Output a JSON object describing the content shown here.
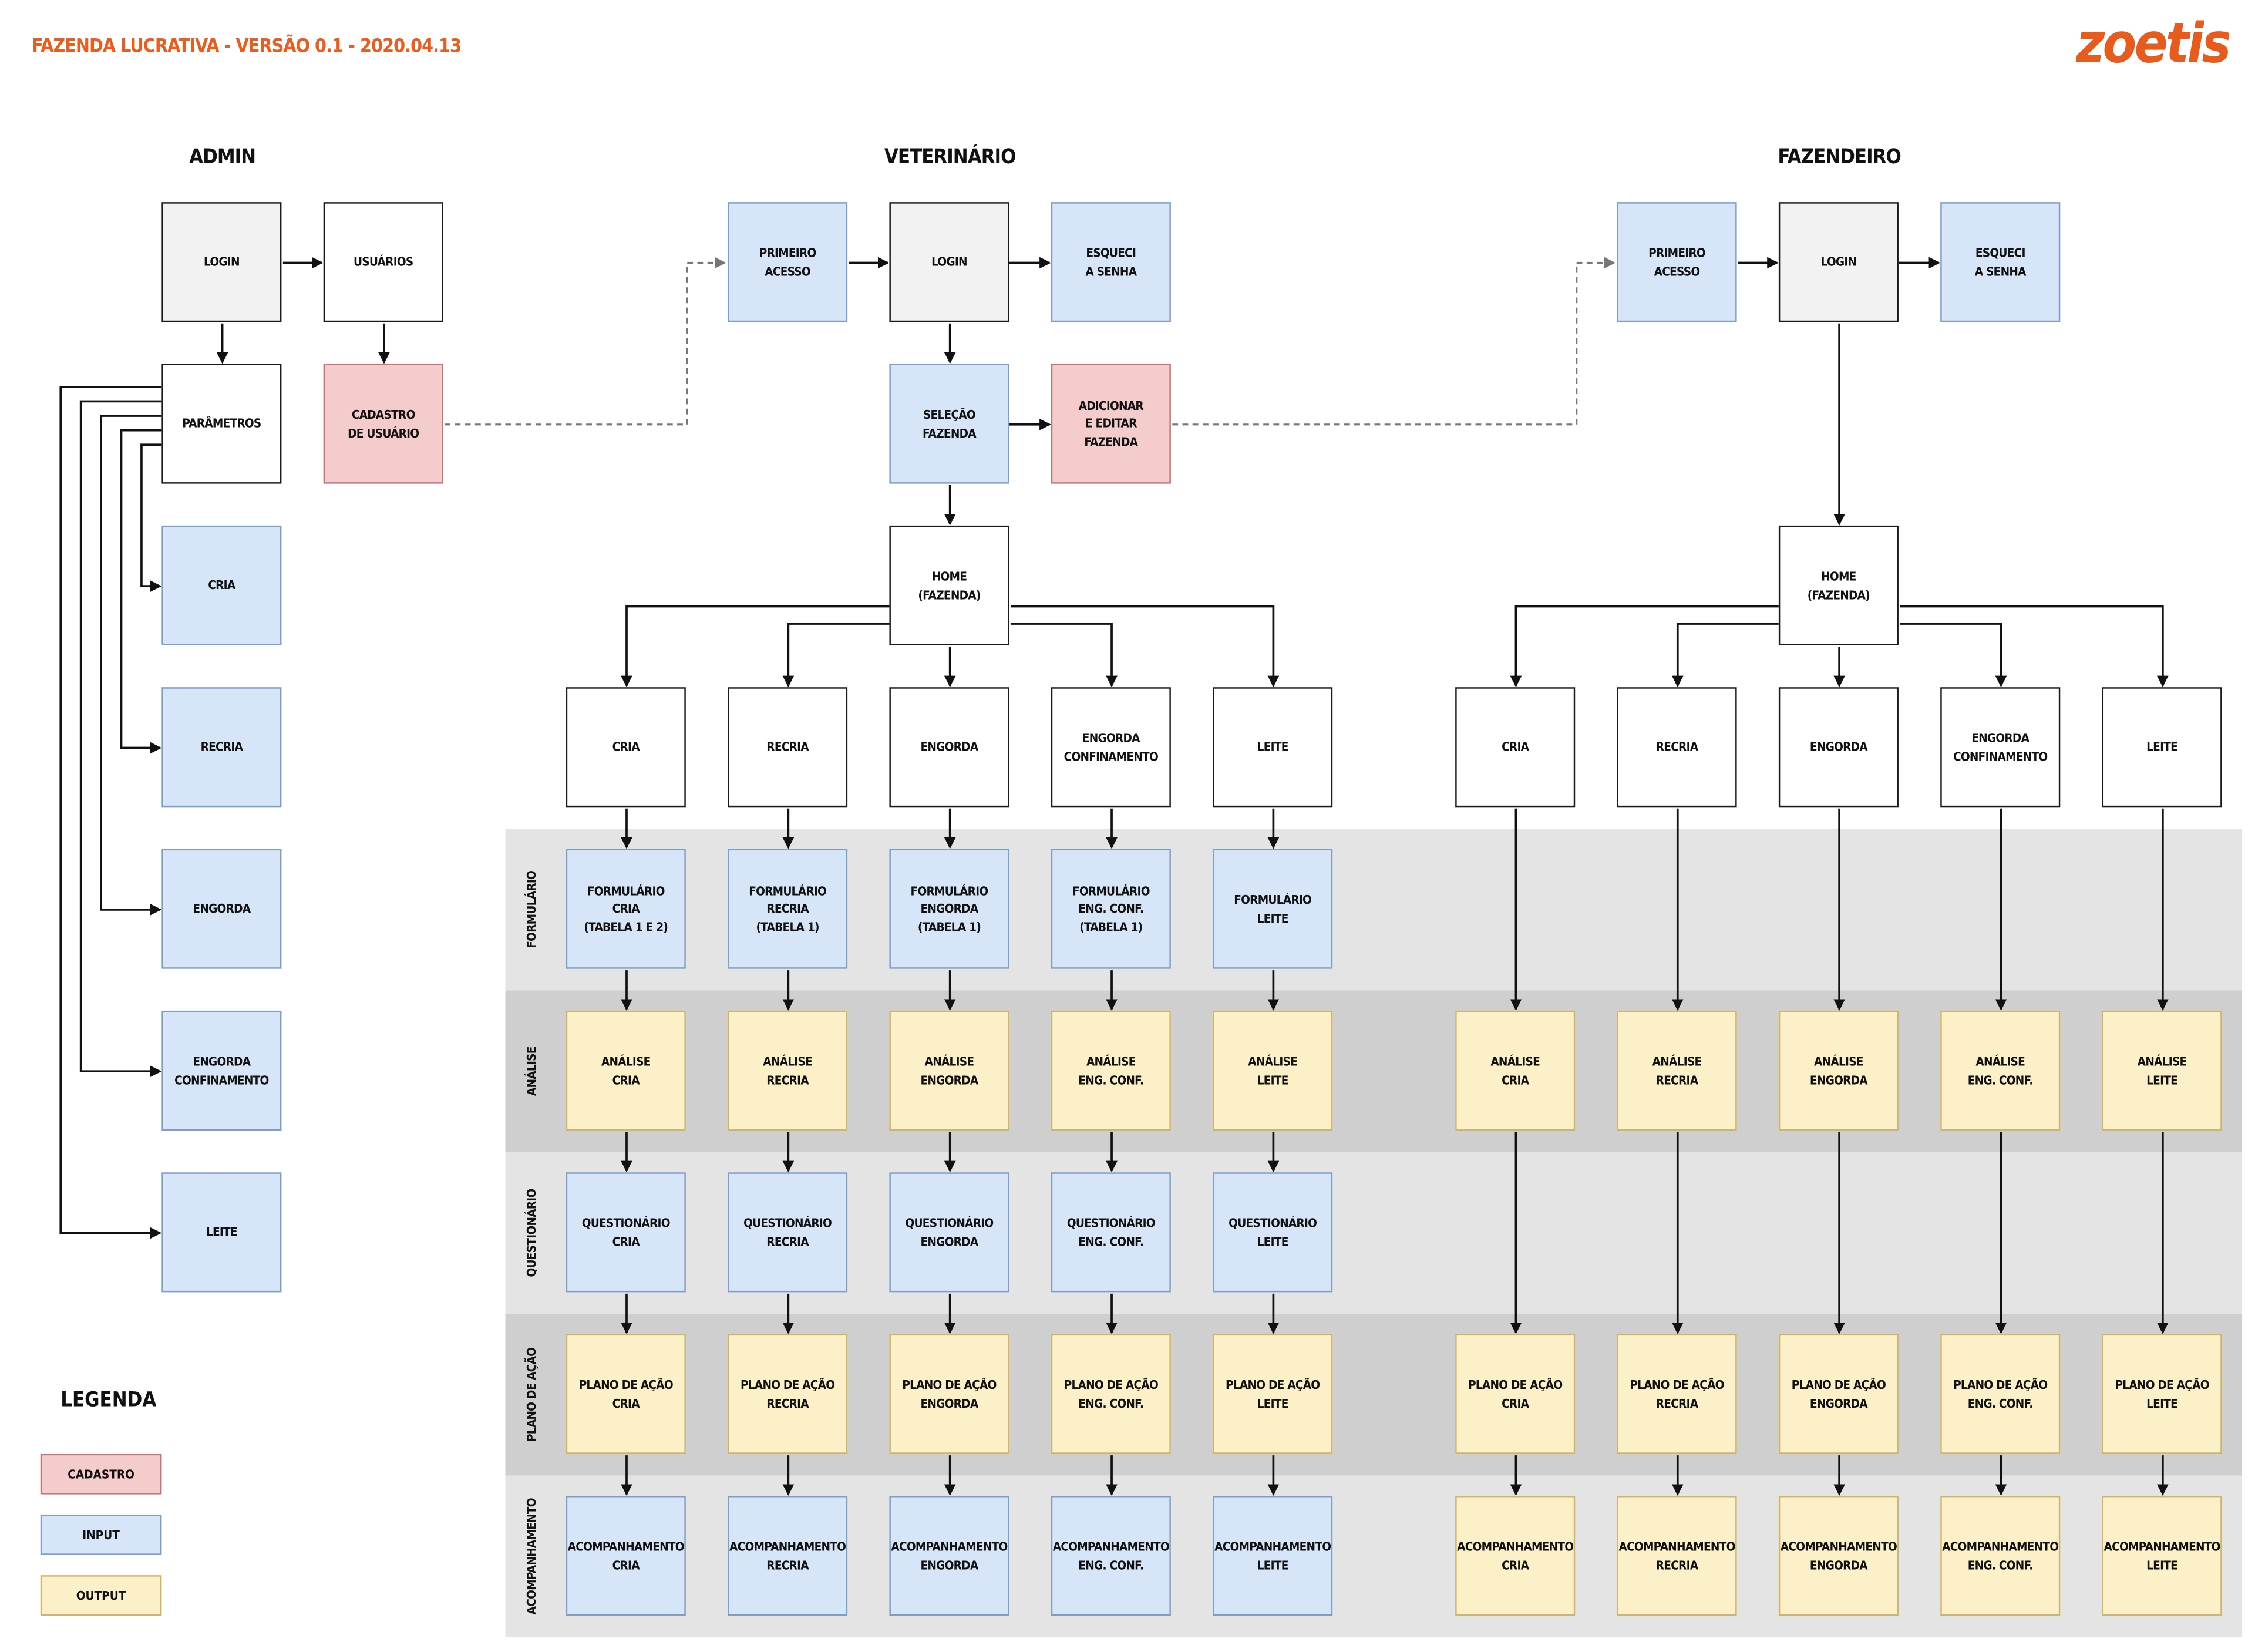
{
  "header": {
    "title": "FAZENDA LUCRATIVA - VERSÃO 0.1 - 2020.04.13",
    "brand": "zoetis",
    "brand_color": "#e65c1e"
  },
  "columns": {
    "admin": "ADMIN",
    "veterinario": "VETERINÁRIO",
    "fazendeiro": "FAZENDEIRO"
  },
  "colors": {
    "cadastro": "#f5cccc",
    "input": "#d6e5f7",
    "output": "#fbf0c8",
    "neutral": "#f2f2f2",
    "band_light": "#e4e4e4",
    "band_dark": "#cfcfcf"
  },
  "nodes": {
    "admin": {
      "login": "LOGIN",
      "usuarios": "USUÁRIOS",
      "parametros": "PARÂMETROS",
      "cadastro_usuario": "CADASTRO\nDE USUÁRIO",
      "cria": "CRIA",
      "recria": "RECRIA",
      "engorda": "ENGORDA",
      "engorda_confinamento": "ENGORDA\nCONFINAMENTO",
      "leite": "LEITE"
    },
    "vet": {
      "primeiro_acesso": "PRIMEIRO\nACESSO",
      "login": "LOGIN",
      "esqueci_senha": "ESQUECI\nA SENHA",
      "selecao_fazenda": "SELEÇÃO\nFAZENDA",
      "adicionar_fazenda": "ADICIONAR\nE EDITAR\nFAZENDA",
      "home": "HOME\n(FAZENDA)",
      "cria": "CRIA",
      "recria": "RECRIA",
      "engorda": "ENGORDA",
      "engorda_confinamento": "ENGORDA\nCONFINAMENTO",
      "leite": "LEITE",
      "form_cria": "FORMULÁRIO\nCRIA\n(TABELA 1 e 2)",
      "form_recria": "FORMULÁRIO\nRECRIA\n(TABELA 1)",
      "form_engorda": "FORMULÁRIO\nENGORDA\n(TABELA 1)",
      "form_engconf": "FORMULÁRIO\nENG. CONF.\n(TABELA 1)",
      "form_leite": "FORMULÁRIO\nLEITE",
      "ana_cria": "ANÁLISE\nCRIA",
      "ana_recria": "ANÁLISE\nRECRIA",
      "ana_engorda": "ANÁLISE\nENGORDA",
      "ana_engconf": "ANÁLISE\nENG. CONF.",
      "ana_leite": "ANÁLISE\nLEITE",
      "q_cria": "QUESTIONÁRIO\nCRIA",
      "q_recria": "QUESTIONÁRIO\nRECRIA",
      "q_engorda": "QUESTIONÁRIO\nENGORDA",
      "q_engconf": "QUESTIONÁRIO\nENG. CONF.",
      "q_leite": "QUESTIONÁRIO\nLEITE",
      "p_cria": "PLANO DE AÇÃO\nCRIA",
      "p_recria": "PLANO DE AÇÃO\nRECRIA",
      "p_engorda": "PLANO DE AÇÃO\nENGORDA",
      "p_engconf": "PLANO DE AÇÃO\nENG. CONF.",
      "p_leite": "PLANO DE AÇÃO\nLEITE",
      "a_cria": "ACOMPANHAMENTO\nCRIA",
      "a_recria": "ACOMPANHAMENTO\nRECRIA",
      "a_engorda": "ACOMPANHAMENTO\nENGORDA",
      "a_engconf": "ACOMPANHAMENTO\nENG. CONF.",
      "a_leite": "ACOMPANHAMENTO\nLEITE"
    },
    "faz": {
      "primeiro_acesso": "PRIMEIRO\nACESSO",
      "login": "LOGIN",
      "esqueci_senha": "ESQUECI\nA SENHA",
      "home": "HOME\n(FAZENDA)",
      "cria": "CRIA",
      "recria": "RECRIA",
      "engorda": "ENGORDA",
      "engorda_confinamento": "ENGORDA\nCONFINAMENTO",
      "leite": "LEITE",
      "ana_cria": "ANÁLISE\nCRIA",
      "ana_recria": "ANÁLISE\nRECRIA",
      "ana_engorda": "ANÁLISE\nENGORDA",
      "ana_engconf": "ANÁLISE\nENG. CONF.",
      "ana_leite": "ANÁLISE\nLEITE",
      "p_cria": "PLANO DE AÇÃO\nCRIA",
      "p_recria": "PLANO DE AÇÃO\nRECRIA",
      "p_engorda": "PLANO DE AÇÃO\nENGORDA",
      "p_engconf": "PLANO DE AÇÃO\nENG. CONF.",
      "p_leite": "PLANO DE AÇÃO\nLEITE",
      "a_cria": "ACOMPANHAMENTO\nCRIA",
      "a_recria": "ACOMPANHAMENTO\nRECRIA",
      "a_engorda": "ACOMPANHAMENTO\nENGORDA",
      "a_engconf": "ACOMPANHAMENTO\nENG. CONF.",
      "a_leite": "ACOMPANHAMENTO\nLEITE"
    }
  },
  "rows": {
    "formulario": "FORMULÁRIO",
    "analise": "ANÁLISE",
    "questionario": "QUESTIONÁRIO",
    "plano": "PLANO DE AÇÃO",
    "acompanhamento": "ACOMPANHAMENTO"
  },
  "legend": {
    "title": "LEGENDA",
    "cadastro": "CADASTRO",
    "input": "INPUT",
    "output": "OUTPUT"
  }
}
